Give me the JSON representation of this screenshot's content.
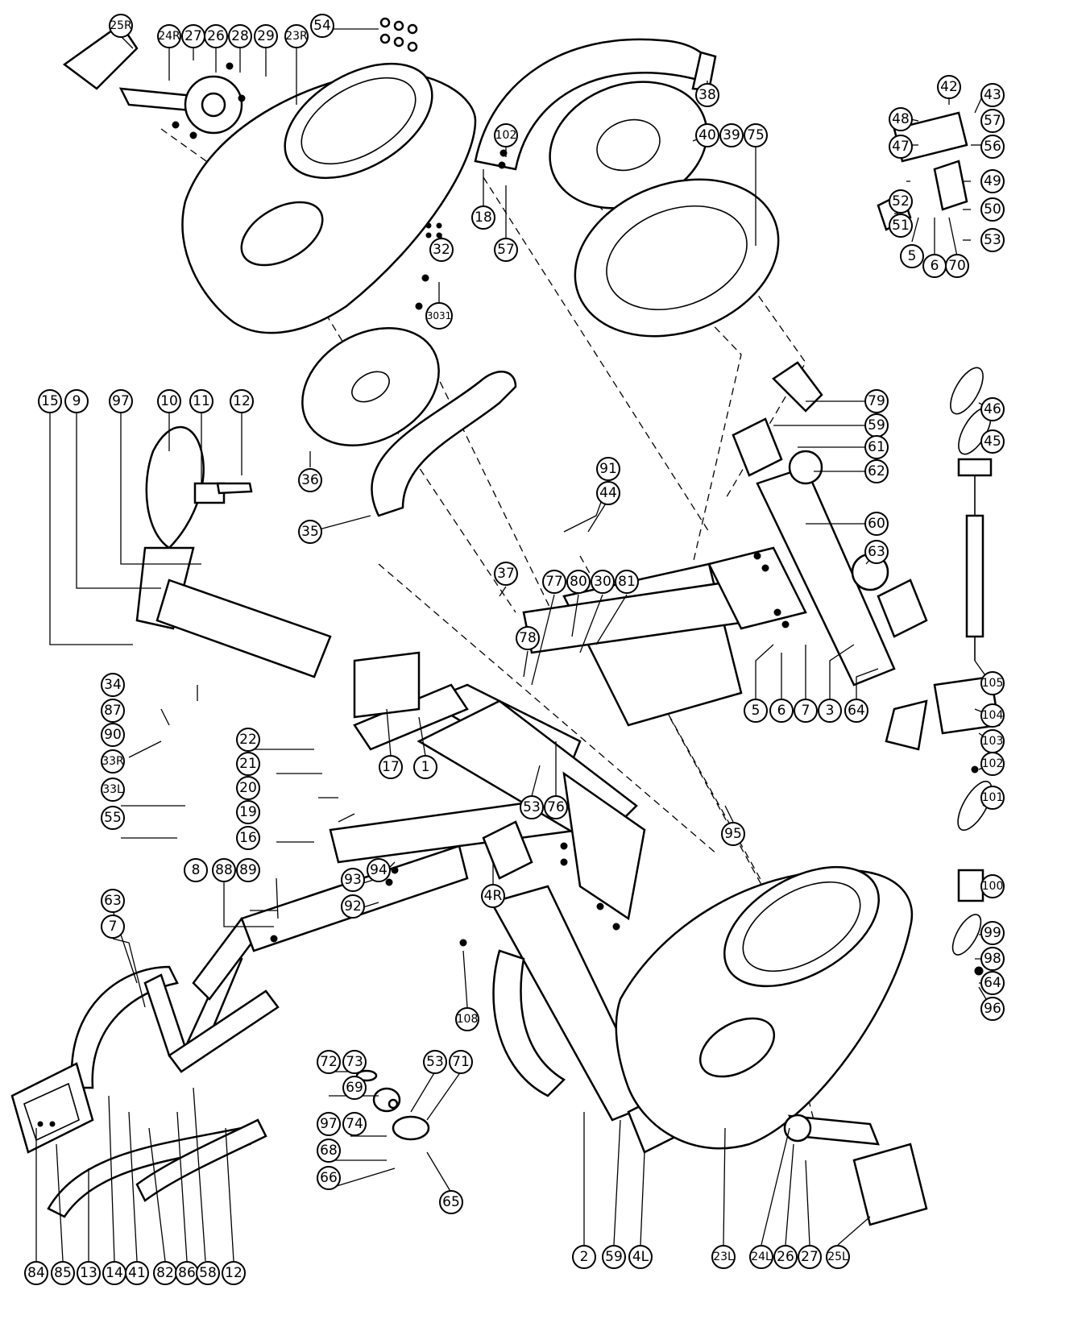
{
  "callouts": [
    "25R",
    "24R",
    "27",
    "26",
    "28",
    "29",
    "23R",
    "54",
    "38",
    "42",
    "43",
    "48",
    "57",
    "47",
    "56",
    "40",
    "39",
    "75",
    "102",
    "18",
    "57",
    "32",
    "49",
    "52",
    "50",
    "51",
    "53",
    "5",
    "6",
    "70",
    "3031",
    "15",
    "9",
    "97",
    "10",
    "11",
    "12",
    "36",
    "35",
    "79",
    "59",
    "61",
    "62",
    "60",
    "63",
    "91",
    "44",
    "37",
    "77",
    "80",
    "30",
    "81",
    "78",
    "5",
    "6",
    "7",
    "3",
    "64",
    "105",
    "46",
    "45",
    "34",
    "87",
    "90",
    "33R",
    "33L",
    "55",
    "22",
    "21",
    "20",
    "19",
    "16",
    "17",
    "1",
    "53",
    "76",
    "95",
    "104",
    "103",
    "102",
    "101",
    "100",
    "99",
    "98",
    "64",
    "96",
    "8",
    "88",
    "89",
    "93",
    "92",
    "94",
    "4R",
    "63",
    "7",
    "108",
    "72",
    "73",
    "69",
    "53",
    "71",
    "97",
    "74",
    "68",
    "66",
    "65",
    "2",
    "59",
    "4L",
    "23L",
    "24L",
    "26",
    "27",
    "25L",
    "84",
    "85",
    "13",
    "14",
    "41",
    "82",
    "86",
    "58",
    "12"
  ]
}
